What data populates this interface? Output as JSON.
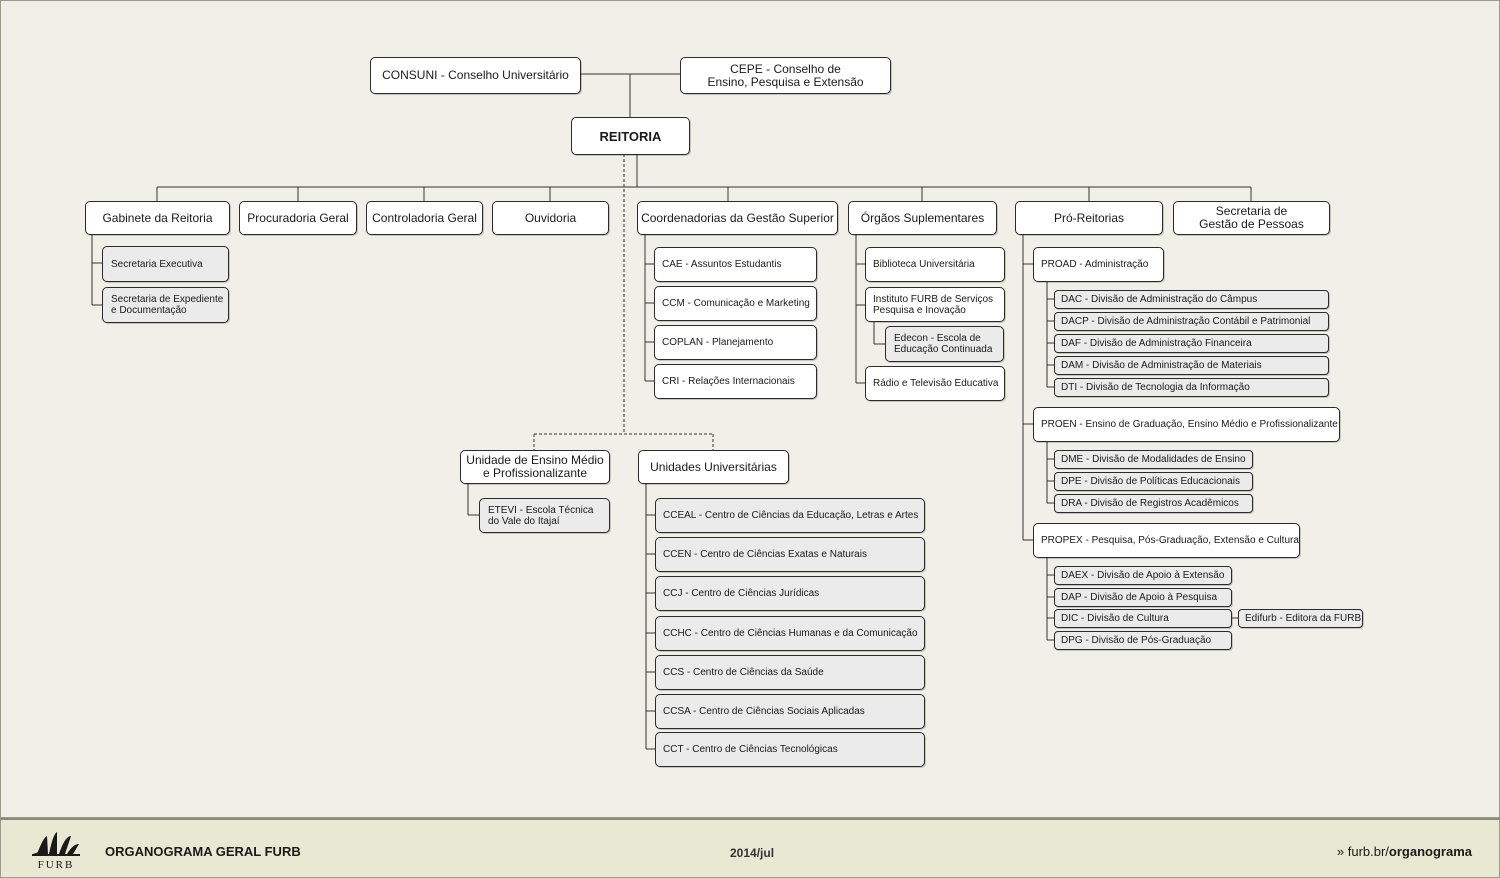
{
  "councils": {
    "consuni": "CONSUNI - Conselho Universitário",
    "cepe": "CEPE - Conselho de\nEnsino, Pesquisa e Extensão"
  },
  "reitoria": "REITORIA",
  "level1": {
    "gabinete": "Gabinete da Reitoria",
    "procuradoria": "Procuradoria Geral",
    "controladoria": "Controladoria Geral",
    "ouvidoria": "Ouvidoria",
    "coordenadorias": "Coordenadorias da Gestão Superior",
    "orgaos": "Órgãos Suplementares",
    "pro_reitorias": "Pró-Reitorias",
    "secretaria_pessoas": "Secretaria de\nGestão de Pessoas"
  },
  "gabinete_items": [
    "Secretaria Executiva",
    "Secretaria de Expediente\ne Documentação"
  ],
  "coordenadorias_items": [
    "CAE - Assuntos Estudantis",
    "CCM - Comunicação e Marketing",
    "COPLAN - Planejamento",
    "CRI - Relações Internacionais"
  ],
  "orgaos_items": {
    "biblioteca": "Biblioteca Universitária",
    "instituto": "Instituto FURB de Serviços\nPesquisa e Inovação",
    "edecon": "Edecon - Escola de\nEducação Continuada",
    "radio": "Rádio e Televisão Educativa"
  },
  "proad": {
    "label": "PROAD - Administração",
    "items": [
      "DAC - Divisão de Administração do Câmpus",
      "DACP - Divisão de Administração Contábil e Patrimonial",
      "DAF - Divisão de Administração Financeira",
      "DAM - Divisão de Administração de Materiais",
      "DTI - Divisão de Tecnologia da Informação"
    ]
  },
  "proen": {
    "label": "PROEN - Ensino de Graduação, Ensino Médio e Profissionalizante",
    "items": [
      "DME - Divisão de Modalidades de Ensino",
      "DPE - Divisão de Políticas Educacionais",
      "DRA - Divisão de Registros Acadêmicos"
    ]
  },
  "propex": {
    "label": "PROPEX - Pesquisa, Pós-Graduação, Extensão e Cultura",
    "items": [
      "DAEX - Divisão de Apoio à Extensão",
      "DAP - Divisão de Apoio à Pesquisa",
      "DIC - Divisão de Cultura",
      "DPG - Divisão de Pós-Graduação"
    ],
    "editora": "Edifurb - Editora da FURB"
  },
  "unidade_medio": {
    "label": "Unidade de Ensino Médio\ne Profissionalizante",
    "etevi": "ETEVI - Escola Técnica\ndo Vale do Itajaí"
  },
  "unidades": {
    "label": "Unidades Universitárias",
    "items": [
      "CCEAL - Centro de Ciências da Educação, Letras e Artes",
      "CCEN - Centro de Ciências Exatas e Naturais",
      "CCJ - Centro de Ciências Jurídicas",
      "CCHC - Centro de Ciências Humanas e da Comunicação",
      "CCS - Centro de Ciências da Saúde",
      "CCSA - Centro de Ciências Sociais Aplicadas",
      "CCT - Centro de Ciências Tecnológicas"
    ]
  },
  "footer": {
    "logo_text": "FURB",
    "title": "ORGANOGRAMA GERAL FURB",
    "date": "2014/jul",
    "link_prefix": "» furb.br/",
    "link_bold": "organograma"
  }
}
